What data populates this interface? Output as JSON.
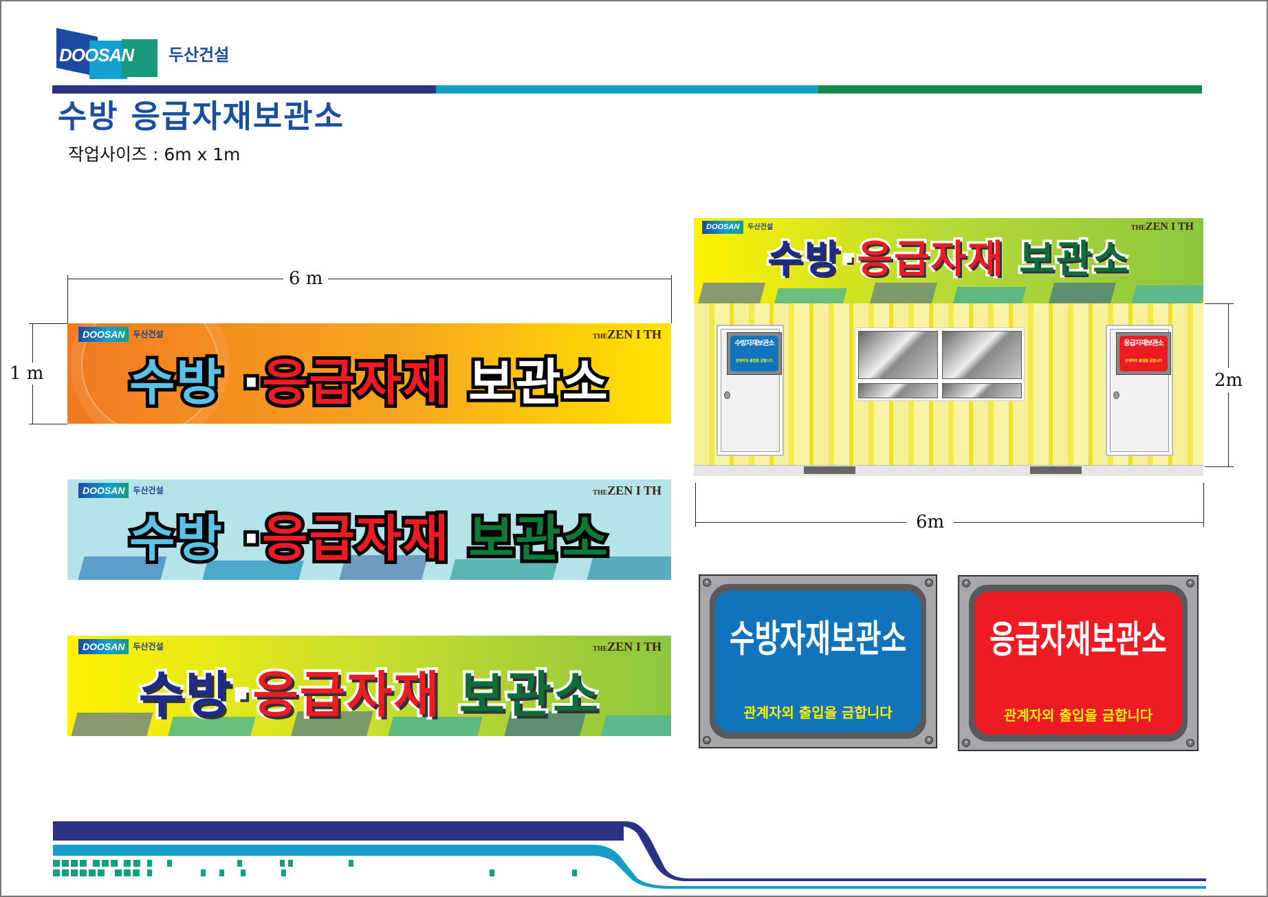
{
  "header": {
    "logo_text": "DOOSAN",
    "company": "두산건설",
    "title": "수방 응급자재보관소",
    "work_size": "작업사이즈 : 6m x 1m"
  },
  "colors": {
    "navy": "#2b3382",
    "cyan": "#149ec6",
    "green": "#128a45",
    "title": "#1a4fa0",
    "sign_blue": "#1073bb",
    "sign_red": "#ed1c24",
    "warn_yellow": "#fff200"
  },
  "dimensions": {
    "banner_width": "6 m",
    "banner_height": "1 m",
    "container_height": "2m",
    "container_width": "6m"
  },
  "banners": [
    {
      "logo": "DOOSAN",
      "company": "두산건설",
      "brand_small": "THE",
      "brand": "ZEN I TH",
      "part1": "수방",
      "dot": "·",
      "part2": "응급자재",
      "part3": "보관소"
    },
    {
      "logo": "DOOSAN",
      "company": "두산건설",
      "brand_small": "THE",
      "brand": "ZEN I TH",
      "part1": "수방",
      "dot": "·",
      "part2": "응급자재",
      "part3": "보관소"
    },
    {
      "logo": "DOOSAN",
      "company": "두산건설",
      "brand_small": "THE",
      "brand": "ZEN I TH",
      "part1": "수방",
      "dot": "·",
      "part2": "응급자재",
      "part3": "보관소"
    }
  ],
  "container": {
    "logo": "DOOSAN",
    "company": "두산건설",
    "brand_small": "THE",
    "brand": "ZEN I TH",
    "part1": "수방",
    "dot": "·",
    "part2": "응급자재",
    "part3": "보관소",
    "door_left": {
      "title": "수방자재보관소",
      "warning": "관계자외 출입을 금합니다"
    },
    "door_right": {
      "title": "응급자재보관소",
      "warning": "관계자외 출입을 금합니다"
    }
  },
  "signs": [
    {
      "title": "수방자재보관소",
      "warning": "관계자외 출입을 금합니다"
    },
    {
      "title": "응급자재보관소",
      "warning": "관계자외 출입을 금합니다"
    }
  ]
}
